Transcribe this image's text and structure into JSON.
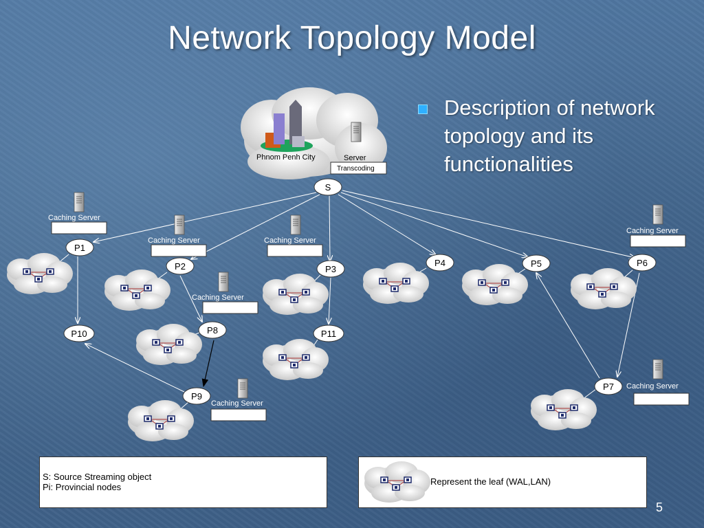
{
  "slide": {
    "title": "Network Topology Model",
    "bullet_text": "Description of network topology and its functionalities",
    "page_number": "5"
  },
  "source": {
    "city_label": "Phnom Penh City",
    "server_label": "Server",
    "transcoding_label": "Transcoding"
  },
  "nodes": {
    "s": "S",
    "p1": "P1",
    "p2": "P2",
    "p3": "P3",
    "p4": "P4",
    "p5": "P5",
    "p6": "P6",
    "p7": "P7",
    "p8": "P8",
    "p9": "P9",
    "p10": "P10",
    "p11": "P11"
  },
  "caching_server_label": "Caching Server",
  "legend": {
    "line1": "S: Source Streaming object",
    "line2": "Pi: Provincial nodes",
    "leaf_text": "Represent the leaf (WAL,LAN)"
  },
  "colors": {
    "background": "#4a6e94",
    "bullet": "#2fb0ff",
    "arrow": "#ffffff"
  }
}
